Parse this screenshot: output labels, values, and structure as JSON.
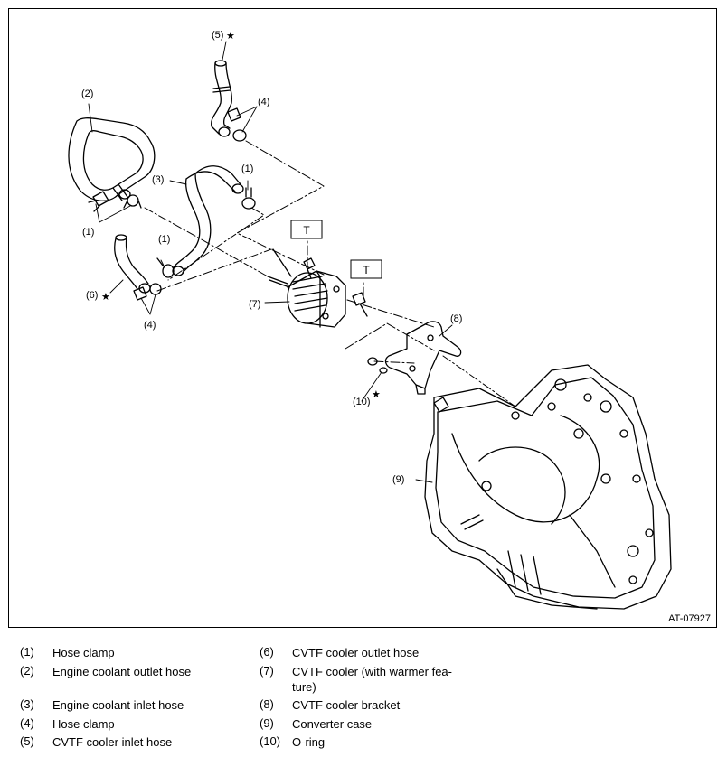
{
  "figure": {
    "id": "AT-07927",
    "torque_mark": "T",
    "star_mark": "★",
    "callouts": {
      "c1a": "(1)",
      "c1b": "(1)",
      "c1c": "(1)",
      "c2": "(2)",
      "c3": "(3)",
      "c4a": "(4)",
      "c4b": "(4)",
      "c5": "(5)",
      "c6": "(6)",
      "c7": "(7)",
      "c8": "(8)",
      "c9": "(9)",
      "c10": "(10)"
    }
  },
  "legend": {
    "left": [
      {
        "num": "(1)",
        "text": "Hose clamp"
      },
      {
        "num": "(2)",
        "text": "Engine coolant outlet hose"
      },
      {
        "num": "(3)",
        "text": "Engine coolant inlet hose"
      },
      {
        "num": "(4)",
        "text": "Hose clamp"
      },
      {
        "num": "(5)",
        "text": "CVTF cooler inlet hose"
      }
    ],
    "right": [
      {
        "num": "(6)",
        "text": "CVTF cooler outlet hose"
      },
      {
        "num": "(7)",
        "text": "CVTF cooler (with warmer fea-ture)"
      },
      {
        "num": "(8)",
        "text": "CVTF cooler bracket"
      },
      {
        "num": "(9)",
        "text": "Converter case"
      },
      {
        "num": "(10)",
        "text": "O-ring"
      }
    ]
  }
}
